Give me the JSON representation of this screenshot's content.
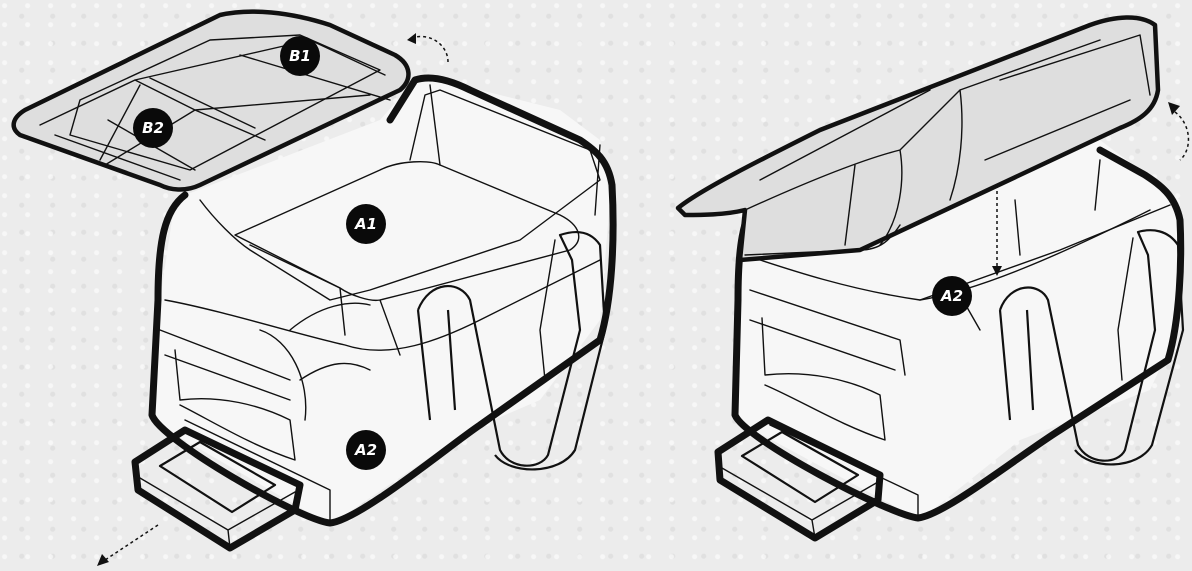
{
  "labels": {
    "b1": "B1",
    "b2": "B2",
    "a1": "A1",
    "a2_left": "A2",
    "a2_right": "A2"
  },
  "colors": {
    "outline": "#111111",
    "badge": "#0a0a0a",
    "lid_fill": "#dedede",
    "background": "#ececec"
  }
}
